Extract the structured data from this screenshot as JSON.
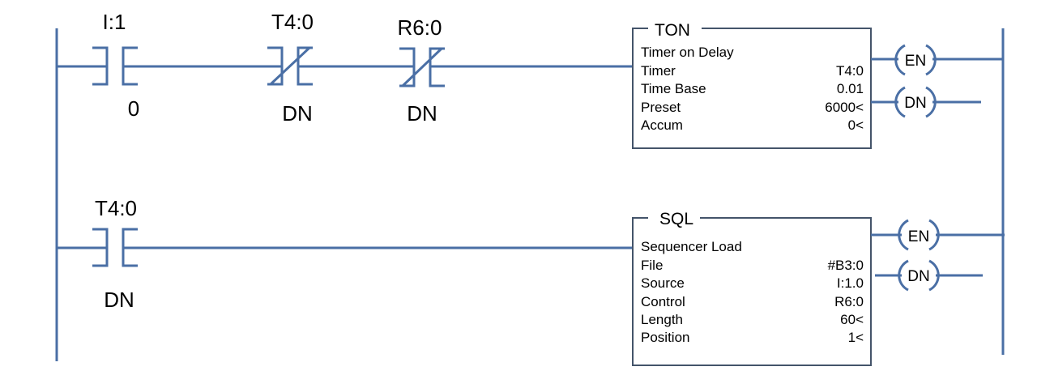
{
  "colors": {
    "wire": "#4a6fa5",
    "box_border": "#44546a",
    "text": "#000000"
  },
  "rung1": {
    "contact1": {
      "address": "I:1",
      "bit": "0",
      "type": "normally-open"
    },
    "contact2": {
      "address": "T4:0",
      "bit": "DN",
      "type": "normally-closed"
    },
    "contact3": {
      "address": "R6:0",
      "bit": "DN",
      "type": "normally-closed"
    },
    "block": {
      "mnemonic": "TON",
      "description": "Timer on Delay",
      "rows": [
        {
          "label": "Timer",
          "value": "T4:0"
        },
        {
          "label": "Time Base",
          "value": "0.01"
        },
        {
          "label": "Preset",
          "value": "6000<"
        },
        {
          "label": "Accum",
          "value": "0<"
        }
      ]
    },
    "outputs": [
      "EN",
      "DN"
    ]
  },
  "rung2": {
    "contact1": {
      "address": "T4:0",
      "bit": "DN",
      "type": "normally-open"
    },
    "block": {
      "mnemonic": "SQL",
      "description": "Sequencer Load",
      "rows": [
        {
          "label": "File",
          "value": "#B3:0"
        },
        {
          "label": "Source",
          "value": "I:1.0"
        },
        {
          "label": "Control",
          "value": "R6:0"
        },
        {
          "label": "Length",
          "value": "60<"
        },
        {
          "label": "Position",
          "value": "1<"
        }
      ]
    },
    "outputs": [
      "EN",
      "DN"
    ]
  }
}
